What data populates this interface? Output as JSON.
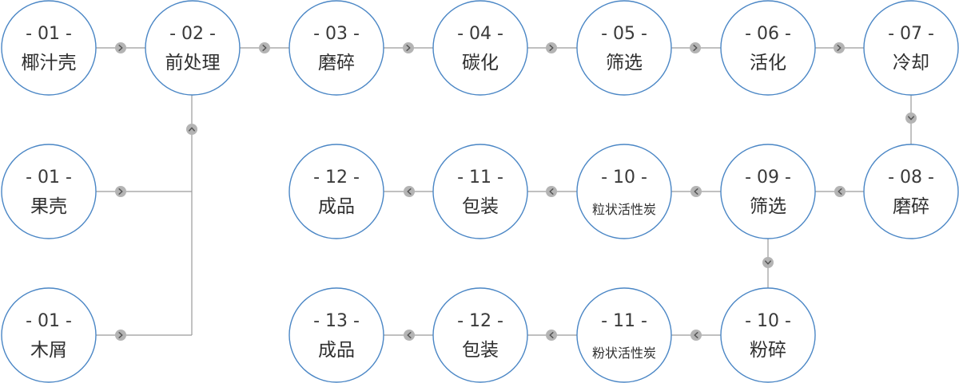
{
  "colors": {
    "node_border": "#4a86c5",
    "node_fill": "#ffffff",
    "connector_line": "#9a9a9a",
    "arrow_badge": "#b4b4b4",
    "arrow_chevron": "#555555",
    "text": "#333333"
  },
  "nodes": [
    {
      "id": "coconut-shell",
      "num": "- 01 -",
      "label": "椰汁壳"
    },
    {
      "id": "pretreatment",
      "num": "- 02 -",
      "label": "前处理"
    },
    {
      "id": "grinding-1",
      "num": "- 03 -",
      "label": "磨碎"
    },
    {
      "id": "carbonization",
      "num": "- 04 -",
      "label": "碳化"
    },
    {
      "id": "screening-1",
      "num": "- 05 -",
      "label": "筛选"
    },
    {
      "id": "activation",
      "num": "- 06 -",
      "label": "活化"
    },
    {
      "id": "cooling",
      "num": "- 07 -",
      "label": "冷却"
    },
    {
      "id": "fruit-shell",
      "num": "- 01 -",
      "label": "果壳"
    },
    {
      "id": "wood-chips",
      "num": "- 01 -",
      "label": "木屑"
    },
    {
      "id": "grinding-2",
      "num": "- 08 -",
      "label": "磨碎"
    },
    {
      "id": "screening-2",
      "num": "- 09 -",
      "label": "筛选"
    },
    {
      "id": "granular-carbon",
      "num": "- 10 -",
      "label": "粒状活性炭"
    },
    {
      "id": "packaging-1",
      "num": "- 11 -",
      "label": "包装"
    },
    {
      "id": "product-1",
      "num": "- 12 -",
      "label": "成品"
    },
    {
      "id": "pulverizing",
      "num": "- 10 -",
      "label": "粉碎"
    },
    {
      "id": "powder-carbon",
      "num": "- 11 -",
      "label": "粉状活性炭"
    },
    {
      "id": "packaging-2",
      "num": "- 12 -",
      "label": "包装"
    },
    {
      "id": "product-2",
      "num": "- 13 -",
      "label": "成品"
    }
  ],
  "arrows": [
    {
      "dir": "right"
    },
    {
      "dir": "right"
    },
    {
      "dir": "right"
    },
    {
      "dir": "right"
    },
    {
      "dir": "right"
    },
    {
      "dir": "right"
    },
    {
      "dir": "right"
    },
    {
      "dir": "right"
    },
    {
      "dir": "up"
    },
    {
      "dir": "down"
    },
    {
      "dir": "left"
    },
    {
      "dir": "left"
    },
    {
      "dir": "left"
    },
    {
      "dir": "left"
    },
    {
      "dir": "down"
    },
    {
      "dir": "left"
    },
    {
      "dir": "left"
    },
    {
      "dir": "left"
    }
  ]
}
